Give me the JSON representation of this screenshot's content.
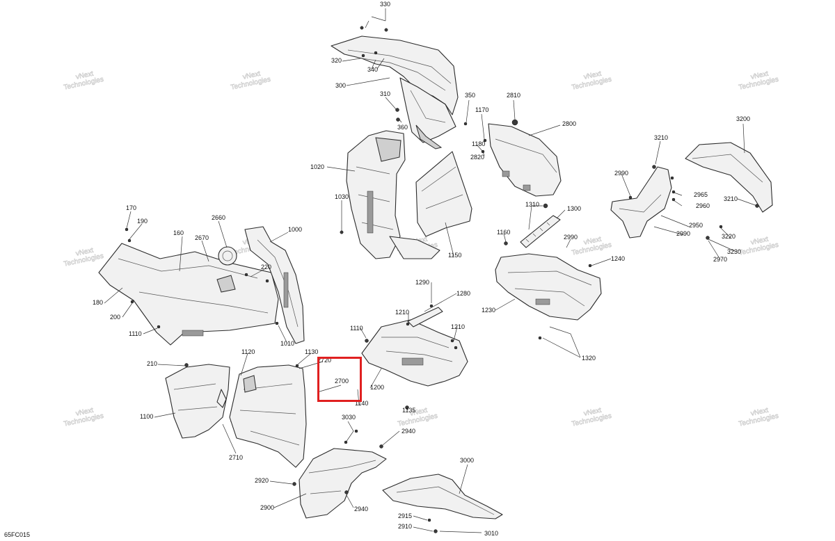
{
  "document_code": "65FC015",
  "highlight_color": "#e02020",
  "watermark_lines": [
    "vNext",
    "Technologies"
  ],
  "callouts": [
    {
      "id": "c330",
      "text": "330"
    },
    {
      "id": "c320",
      "text": "320"
    },
    {
      "id": "c340",
      "text": "340"
    },
    {
      "id": "c300",
      "text": "300"
    },
    {
      "id": "c310",
      "text": "310"
    },
    {
      "id": "c350",
      "text": "350"
    },
    {
      "id": "c360",
      "text": "360"
    },
    {
      "id": "c2810",
      "text": "2810"
    },
    {
      "id": "c1170",
      "text": "1170"
    },
    {
      "id": "c2800",
      "text": "2800"
    },
    {
      "id": "c1180",
      "text": "1180"
    },
    {
      "id": "c2820",
      "text": "2820"
    },
    {
      "id": "c3200",
      "text": "3200"
    },
    {
      "id": "c3210a",
      "text": "3210"
    },
    {
      "id": "c1020",
      "text": "1020"
    },
    {
      "id": "c2990a",
      "text": "2990"
    },
    {
      "id": "c2965",
      "text": "2965"
    },
    {
      "id": "c2960",
      "text": "2960"
    },
    {
      "id": "c3210b",
      "text": "3210"
    },
    {
      "id": "c1030",
      "text": "1030"
    },
    {
      "id": "c1310",
      "text": "1310"
    },
    {
      "id": "c1300",
      "text": "1300"
    },
    {
      "id": "c2950",
      "text": "2950"
    },
    {
      "id": "c170",
      "text": "170"
    },
    {
      "id": "c190",
      "text": "190"
    },
    {
      "id": "c2660",
      "text": "2660"
    },
    {
      "id": "c1000",
      "text": "1000"
    },
    {
      "id": "c160",
      "text": "160"
    },
    {
      "id": "c2670",
      "text": "2670"
    },
    {
      "id": "c1160",
      "text": "1160"
    },
    {
      "id": "c2990b",
      "text": "2990"
    },
    {
      "id": "c2990c",
      "text": "2990"
    },
    {
      "id": "c3220",
      "text": "3220"
    },
    {
      "id": "c3230",
      "text": "3230"
    },
    {
      "id": "c2970",
      "text": "2970"
    },
    {
      "id": "c1150",
      "text": "1150"
    },
    {
      "id": "c1240",
      "text": "1240"
    },
    {
      "id": "c220",
      "text": "220"
    },
    {
      "id": "c180",
      "text": "180"
    },
    {
      "id": "c1290",
      "text": "1290"
    },
    {
      "id": "c1280",
      "text": "1280"
    },
    {
      "id": "c1230",
      "text": "1230"
    },
    {
      "id": "c200",
      "text": "200"
    },
    {
      "id": "c1210a",
      "text": "1210"
    },
    {
      "id": "c1110a",
      "text": "1110"
    },
    {
      "id": "c1210b",
      "text": "1210"
    },
    {
      "id": "c1110b",
      "text": "1110"
    },
    {
      "id": "c1010",
      "text": "1010"
    },
    {
      "id": "c1320",
      "text": "1320"
    },
    {
      "id": "c1120",
      "text": "1120"
    },
    {
      "id": "c1130",
      "text": "1130"
    },
    {
      "id": "c2720",
      "text": "2720"
    },
    {
      "id": "c210",
      "text": "210"
    },
    {
      "id": "c2700",
      "text": "2700"
    },
    {
      "id": "c1200",
      "text": "1200"
    },
    {
      "id": "c1100",
      "text": "1100"
    },
    {
      "id": "c1140",
      "text": "1140"
    },
    {
      "id": "c1135",
      "text": "1135"
    },
    {
      "id": "c3030",
      "text": "3030"
    },
    {
      "id": "c2940a",
      "text": "2940"
    },
    {
      "id": "c2710",
      "text": "2710"
    },
    {
      "id": "c3000",
      "text": "3000"
    },
    {
      "id": "c2920",
      "text": "2920"
    },
    {
      "id": "c2900",
      "text": "2900"
    },
    {
      "id": "c2940b",
      "text": "2940"
    },
    {
      "id": "c2915",
      "text": "2915"
    },
    {
      "id": "c2910",
      "text": "2910"
    },
    {
      "id": "c3010",
      "text": "3010"
    }
  ]
}
